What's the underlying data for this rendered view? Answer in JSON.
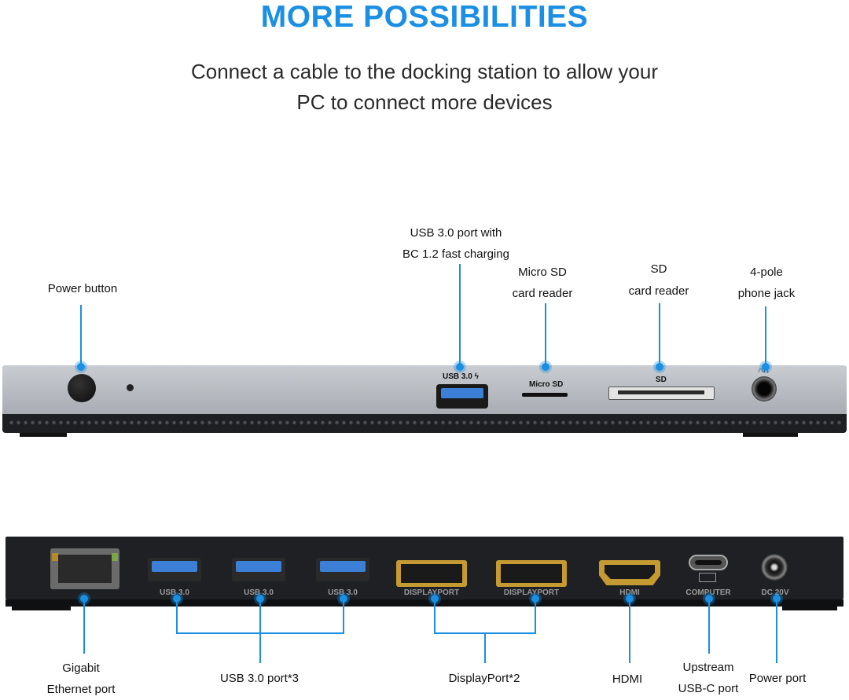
{
  "header": {
    "title": "MORE POSSIBILITIES",
    "subtitle_line1": "Connect a cable to the docking station to allow your",
    "subtitle_line2": "PC to connect more devices"
  },
  "front": {
    "labels": {
      "power_button": "Power button",
      "usb_charging_line1": "USB 3.0 port with",
      "usb_charging_line2": "BC 1.2 fast charging",
      "micro_sd_line1": "Micro SD",
      "micro_sd_line2": "card reader",
      "sd_line1": "SD",
      "sd_line2": "card reader",
      "jack_line1": "4-pole",
      "jack_line2": "phone jack"
    },
    "port_text": {
      "usb": "USB 3.0 ϟ",
      "micro_sd": "Micro SD",
      "sd": "SD",
      "jack": "∩/↓"
    }
  },
  "rear": {
    "labels": {
      "ethernet_line1": "Gigabit",
      "ethernet_line2": "Ethernet port",
      "usb_group": "USB 3.0 port*3",
      "dp_group": "DisplayPort*2",
      "hdmi": "HDMI",
      "usbc_line1": "Upstream",
      "usbc_line2": "USB-C port",
      "power": "Power port"
    },
    "port_text": {
      "usb": "USB 3.0",
      "displayport": "DISPLAYPORT",
      "hdmi": "HDMI",
      "computer": "COMPUTER",
      "dc": "DC 20V"
    }
  },
  "colors": {
    "accent": "#1a8fe3",
    "usb_blue": "#3b7fd6",
    "gold": "#c59a32"
  }
}
